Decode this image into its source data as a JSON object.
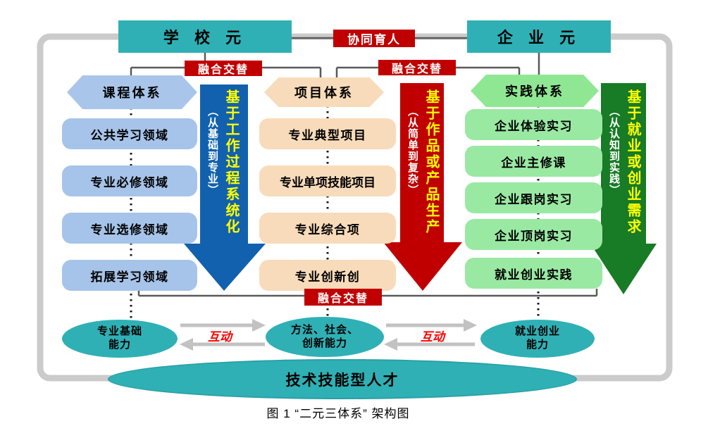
{
  "figure": {
    "caption": "图 1 “二元三体系” 架构图",
    "outcome": "技术技能型人才"
  },
  "top": {
    "school_label": "学 校 元",
    "enterprise_label": "企 业 元",
    "collaboration_label": "协同育人",
    "fusion_label_left": "融合交替",
    "fusion_label_right": "融合交替",
    "fusion_label_bottom": "融合交替"
  },
  "columns": [
    {
      "header": "课程体系",
      "items": [
        "公共学习领域",
        "专业必修领域",
        "专业选修领域",
        "拓展学习领域"
      ],
      "arrow_main": "基于工作过程系统化",
      "arrow_sub": "（从基础到专业）"
    },
    {
      "header": "项目体系",
      "items": [
        "专业典型项目",
        "专业单项技能项目",
        "专业综合项",
        "专业创新创"
      ],
      "arrow_main": "基于作品或产品生产",
      "arrow_sub": "（从简单到复杂）"
    },
    {
      "header": "实践体系",
      "items": [
        "企业体验实习",
        "企业主修课",
        "企业跟岗实习",
        "企业顶岗实习",
        "就业创业实践"
      ],
      "arrow_main": "基于就业或创业需求",
      "arrow_sub": "（从认知到实践）"
    }
  ],
  "abilities": [
    {
      "line1": "专业基础",
      "line2": "能力"
    },
    {
      "line1": "方法、社会、",
      "line2": "创新能力"
    },
    {
      "line1": "就业创业",
      "line2": "能力"
    }
  ],
  "interaction": {
    "left_label": "互动",
    "right_label": "互动"
  },
  "colors": {
    "teal": "#2FB0B5",
    "light_blue": "#A6C4E9",
    "peach": "#F8DBBA",
    "light_green": "#99E9A3",
    "hex_green": "#8FE793",
    "arrow_blue": "#1261AE",
    "arrow_red": "#C00000",
    "arrow_green": "#187B25",
    "label_red": "#C00000",
    "arrow_text_yellow": "#FFFF00",
    "frame_gray": "#CBCBCB",
    "connector_gray": "#5A5A5A",
    "interaction_arrow_gray": "#C2C2C2"
  }
}
